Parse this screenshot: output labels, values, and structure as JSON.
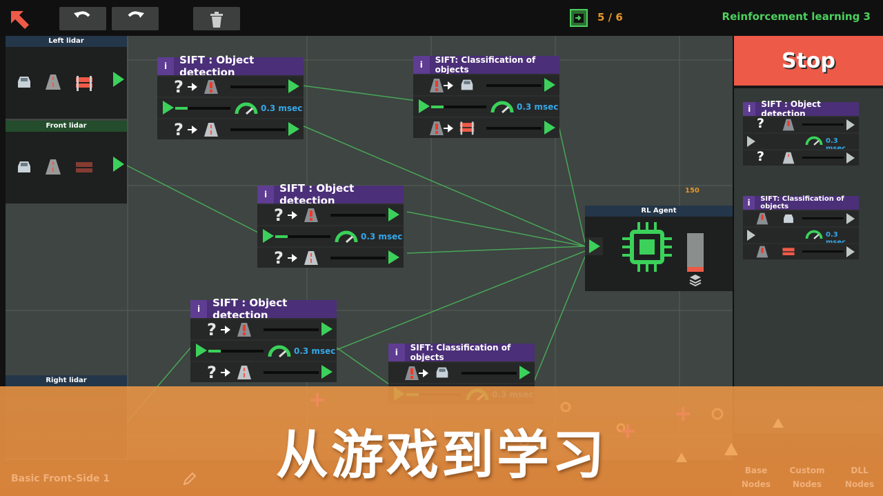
{
  "topbar": {
    "level_counter": "5 / 6",
    "level_title": "Reinforcement learning 3"
  },
  "lidars": {
    "left": "Left lidar",
    "front": "Front lidar",
    "right": "Right lidar"
  },
  "nodes": {
    "object_detection": "SIFT : Object detection",
    "classification": "SIFT: Classification of objects",
    "info": "i",
    "unknown": "?",
    "timing": "0.3 msec"
  },
  "rl_agent": {
    "title": "RL Agent",
    "value": "150"
  },
  "panel": {
    "stop": "Stop",
    "object_detection": "SIFT : Object detection",
    "classification": "SIFT: Classification of objects",
    "timing": "0.3 msec"
  },
  "banner": {
    "text": "从游戏到学习"
  },
  "bottom": {
    "level_name": "Basic Front-Side 1",
    "tabs": [
      {
        "line1": "Base",
        "line2": "Nodes"
      },
      {
        "line1": "Custom",
        "line2": "Nodes"
      },
      {
        "line1": "DLL",
        "line2": "Nodes"
      }
    ]
  },
  "colors": {
    "accent_green": "#3bd15a",
    "stop_red": "#ee5a48",
    "node_purple": "#4b2f78",
    "banner_orange": "#e88c3e",
    "timing_blue": "#35a8e8"
  }
}
